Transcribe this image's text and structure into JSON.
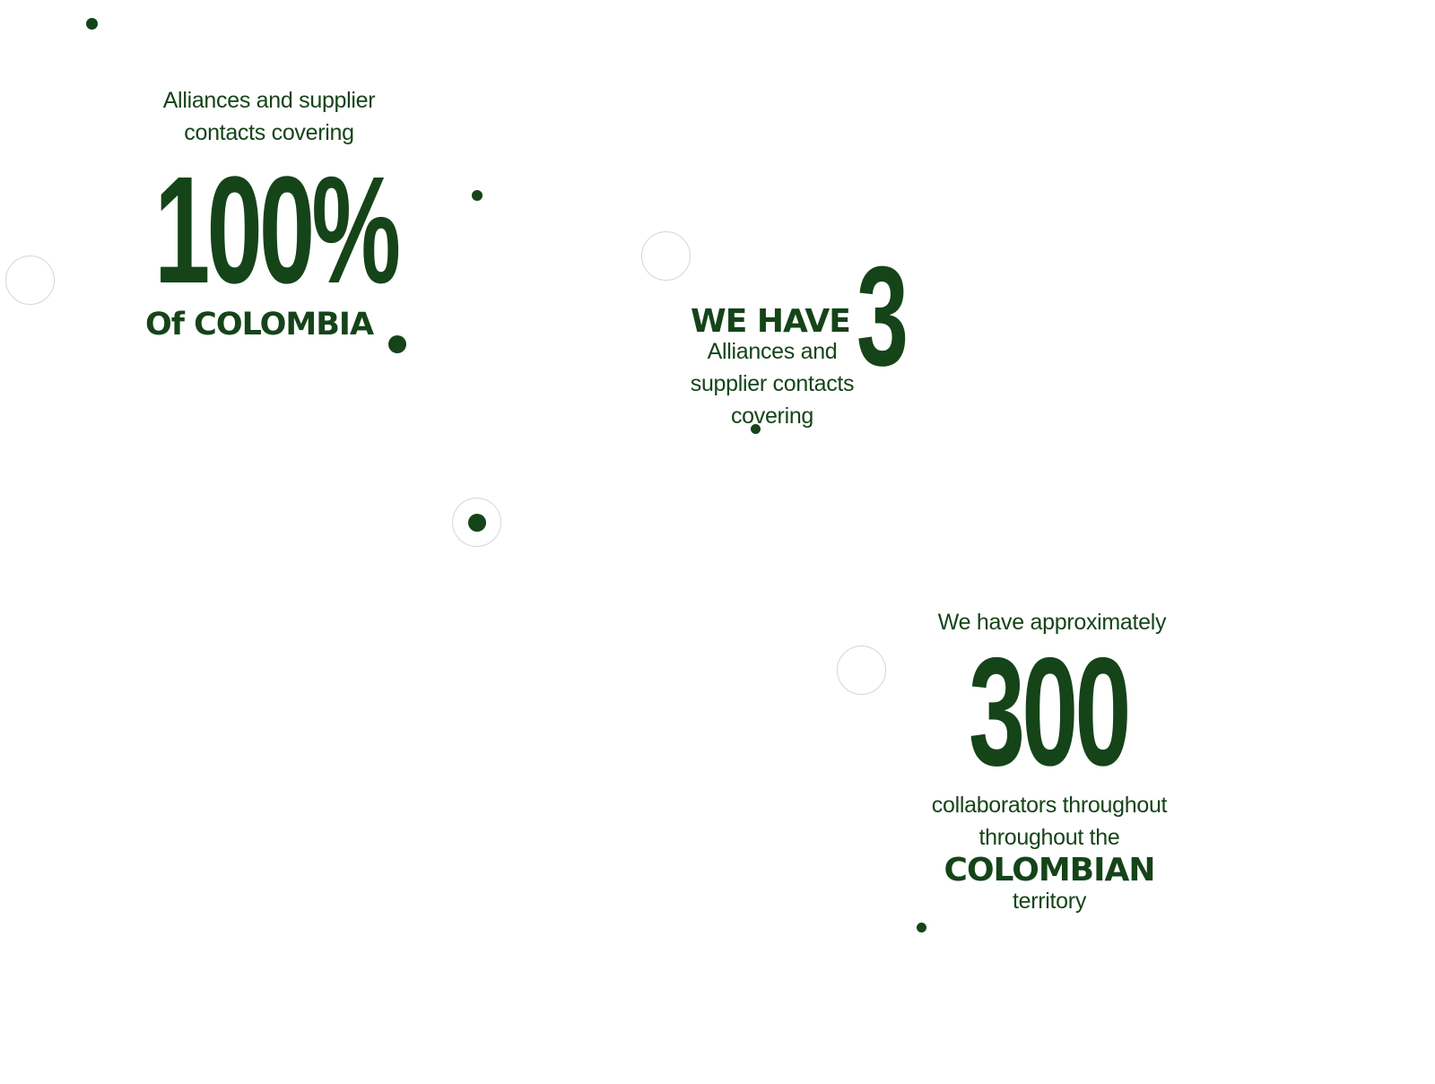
{
  "theme": {
    "text_color": "#154419",
    "dot_color": "#154419",
    "ring_border": "#d6d6d6",
    "background": "#ffffff"
  },
  "block1": {
    "intro_line1": "Alliances and supplier",
    "intro_line2": "contacts covering",
    "big_number": "100%",
    "tagline": "Of COLOMBIA"
  },
  "block2": {
    "heading": "WE HAVE",
    "big_number": "3",
    "body_line1": "Alliances and",
    "body_line2": "supplier contacts",
    "body_line3": "covering"
  },
  "block3": {
    "intro": "We have approximately",
    "big_number": "300",
    "body_line1": "collaborators throughout",
    "body_line2": "throughout the",
    "emphasis": "COLOMBIAN",
    "body_line3": "territory"
  }
}
